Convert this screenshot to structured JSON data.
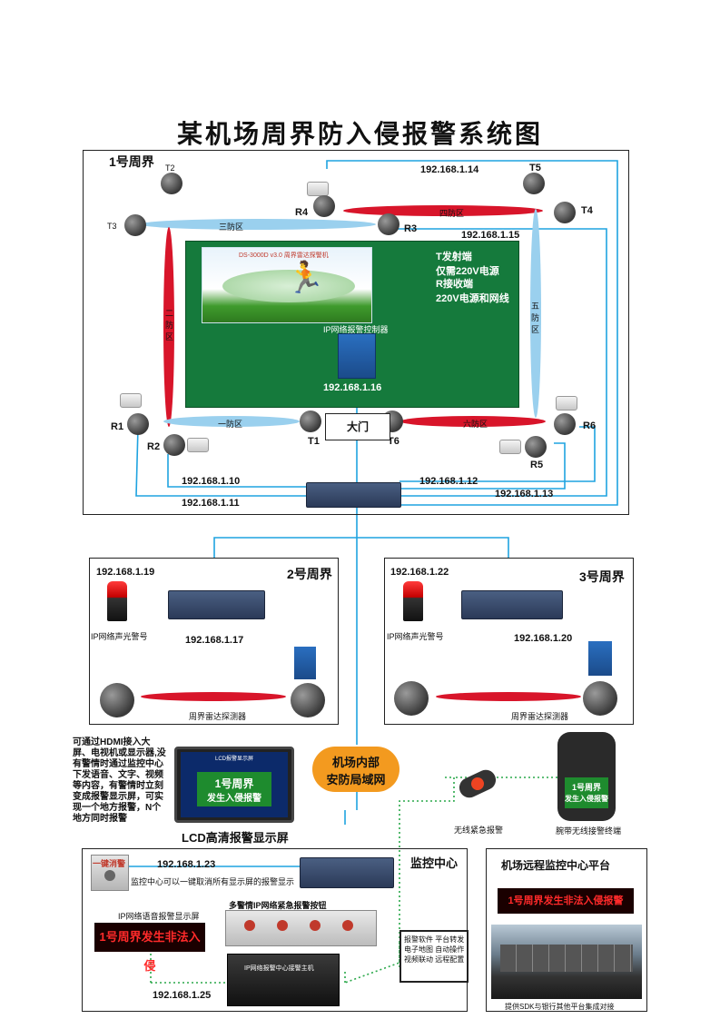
{
  "title": "某机场周界防入侵报警系统图",
  "perimeter1": {
    "label": "1号周界",
    "zones": {
      "z1": "一防区",
      "z2": "二防区",
      "z3": "三防区",
      "z4": "四防区",
      "z5": "五防区",
      "z6": "六防区"
    },
    "sensors": {
      "T1": "T1",
      "T2": "T2",
      "T3": "T3",
      "T4": "T4",
      "T5": "T5",
      "T6": "T6",
      "R1": "R1",
      "R2": "R2",
      "R3": "R3",
      "R4": "R4",
      "R5": "R5",
      "R6": "R6"
    },
    "gate": "大门",
    "note_t": "T发射端\n仅需220V电源",
    "note_r": "R接收端\n220V电源和网线",
    "photo_caption": "DS-3000D v3.0 周界雷达探警机",
    "controller_label": "IP网络报警控制器",
    "controller_ip": "192.168.1.16",
    "ips": {
      "ip10": "192.168.1.10",
      "ip11": "192.168.1.11",
      "ip12": "192.168.1.12",
      "ip13": "192.168.1.13",
      "ip14": "192.168.1.14",
      "ip15": "192.168.1.15"
    }
  },
  "perimeter2": {
    "label": "2号周界",
    "ip_top": "192.168.1.19",
    "ip_mid": "192.168.1.17",
    "alarm_label": "IP网络声光警号",
    "detector_label": "周界雷达探测器"
  },
  "perimeter3": {
    "label": "3号周界",
    "ip_top": "192.168.1.22",
    "ip_mid": "192.168.1.20",
    "alarm_label": "IP网络声光警号",
    "detector_label": "周界雷达探测器"
  },
  "hdmi_note": "可通过HDMI接入大屏、电视机或显示器,没有警情时通过监控中心下发语音、文字、视频等内容，有警情时立刻变成报警显示屏，可实现一个地方报警，N个地方同时报警",
  "lcd": {
    "caption": "LCD高清报警显示屏",
    "screen_header": "LCD报警显示屏",
    "screen_line1": "1号周界",
    "screen_line2": "发生入侵报警"
  },
  "lan_bubble": {
    "line1": "机场内部",
    "line2": "安防局域网"
  },
  "wireless_button_label": "无线紧急报警",
  "watch": {
    "label": "腕带无线接警终端",
    "line1": "1号周界",
    "line2": "发生入侵报警"
  },
  "monitor_center": {
    "label": "监控中心",
    "cancel_button": "一键消警",
    "ip23": "192.168.1.23",
    "cancel_note": "监控中心可以一键取消所有显示屏的报警显示",
    "panel_title": "多警情IP网络紧急报警按钮",
    "voice_label": "IP网络语音报警显示屏",
    "voice_text": "1号周界发生非法入侵",
    "host_label": "IP网络报警中心接警主机",
    "ip25": "192.168.1.25",
    "software": "报警软件  平台转发\n电子地图  自动操作\n视频联动  远程配置"
  },
  "remote_center": {
    "label": "机场远程监控中心平台",
    "banner": "1号周界发生非法入侵报警",
    "caption": "提供SDK与银行其他平台集成对接"
  },
  "colors": {
    "blue_line": "#1fa3e0",
    "green_dot": "#2aa84a",
    "zone_red": "#d8152a",
    "zone_blue": "#9ad0ee",
    "grass_bg": "#157a3c"
  }
}
